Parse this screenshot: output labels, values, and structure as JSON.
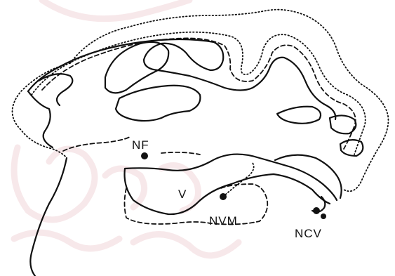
{
  "labels": {
    "nf": "NF",
    "v": "V",
    "nvm": "NVM",
    "ncv": "NCV"
  },
  "colors": {
    "ink": "#111111",
    "watermark": "#c24a5a",
    "background": "#ffffff"
  }
}
